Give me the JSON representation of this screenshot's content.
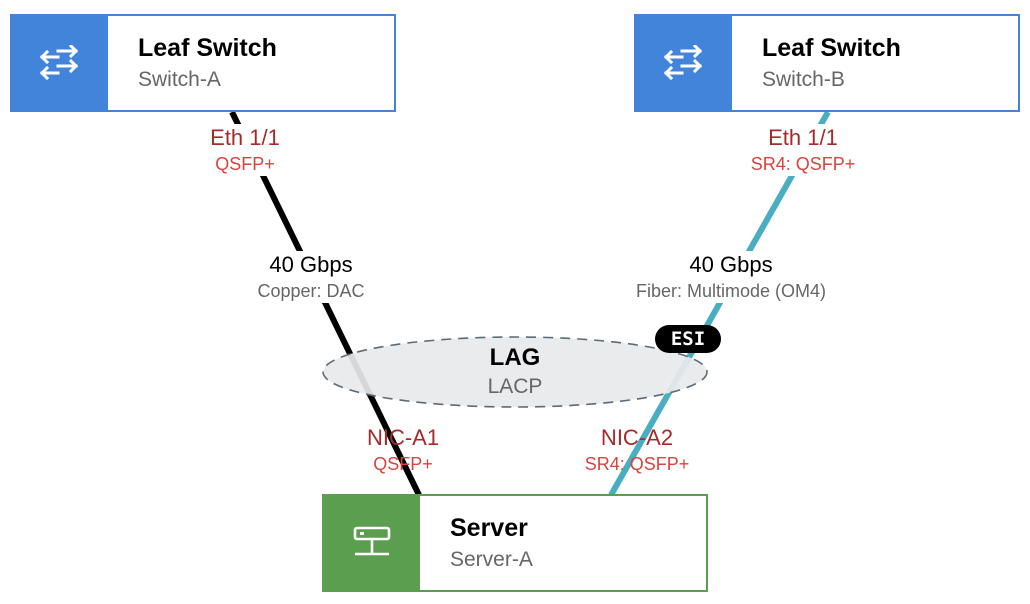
{
  "nodes": {
    "switch_a": {
      "title": "Leaf Switch",
      "name": "Switch-A",
      "icon": "switch-arrows-icon",
      "color": "#4184d9"
    },
    "switch_b": {
      "title": "Leaf Switch",
      "name": "Switch-B",
      "icon": "switch-arrows-icon",
      "color": "#4184d9"
    },
    "server_a": {
      "title": "Server",
      "name": "Server-A",
      "icon": "server-icon",
      "color": "#5b9e50"
    }
  },
  "links": [
    {
      "id": "link-a",
      "color": "#000000",
      "speed": "40 Gbps",
      "media": "Copper: DAC",
      "switch_port": {
        "name": "Eth 1/1",
        "type": "QSFP+"
      },
      "server_port": {
        "name": "NIC-A1",
        "type": "QSFP+"
      }
    },
    {
      "id": "link-b",
      "color": "#4aaec1",
      "speed": "40 Gbps",
      "media": "Fiber: Multimode (OM4)",
      "switch_port": {
        "name": "Eth 1/1",
        "type": "SR4: QSFP+"
      },
      "server_port": {
        "name": "NIC-A2",
        "type": "SR4: QSFP+"
      }
    }
  ],
  "lag": {
    "title": "LAG",
    "protocol": "LACP",
    "badge": "ESI"
  }
}
